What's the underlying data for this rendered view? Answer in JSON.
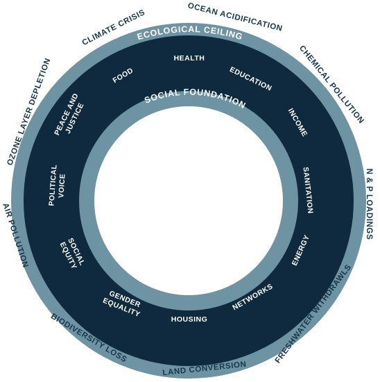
{
  "colors": {
    "outer_ring": "#6e93a3",
    "band": "#0f2a3e",
    "inner_ring": "#6e93a3",
    "center": "#ffffff",
    "outer_text": "#17374a",
    "ring_text": "#ffffff"
  },
  "ceiling": {
    "title": "ECOLOGICAL CEILING",
    "dimensions": [
      {
        "label": "CLIMATE CRISIS"
      },
      {
        "label": "OCEAN ACIDIFICATION"
      },
      {
        "label": "CHEMICAL POLLUTION"
      },
      {
        "label": "N & P LOADINGS"
      },
      {
        "label": "FRESHWATER WITHDRAWLS"
      },
      {
        "label": "LAND CONVERSION"
      },
      {
        "label": "BIODIVERSITY LOSS"
      },
      {
        "label": "AIR POLLUTION"
      },
      {
        "label": "OZONE LAYER DEPLETION"
      }
    ]
  },
  "foundation": {
    "title": "SOCIAL FOUNDATION",
    "dimensions": [
      {
        "lines": [
          "HEALTH"
        ]
      },
      {
        "lines": [
          "EDUCATION"
        ]
      },
      {
        "lines": [
          "INCOME"
        ]
      },
      {
        "lines": [
          "SANITATION"
        ]
      },
      {
        "lines": [
          "ENERGY"
        ]
      },
      {
        "lines": [
          "NETWORKS"
        ]
      },
      {
        "lines": [
          "HOUSING"
        ]
      },
      {
        "lines": [
          "GENDER",
          "EQUALITY"
        ]
      },
      {
        "lines": [
          "SOCIAL",
          "EQUITY"
        ]
      },
      {
        "lines": [
          "POLITICAL",
          "VOICE"
        ]
      },
      {
        "lines": [
          "PEACE AND",
          "JUSTICE"
        ]
      },
      {
        "lines": [
          "FOOD"
        ]
      }
    ]
  }
}
